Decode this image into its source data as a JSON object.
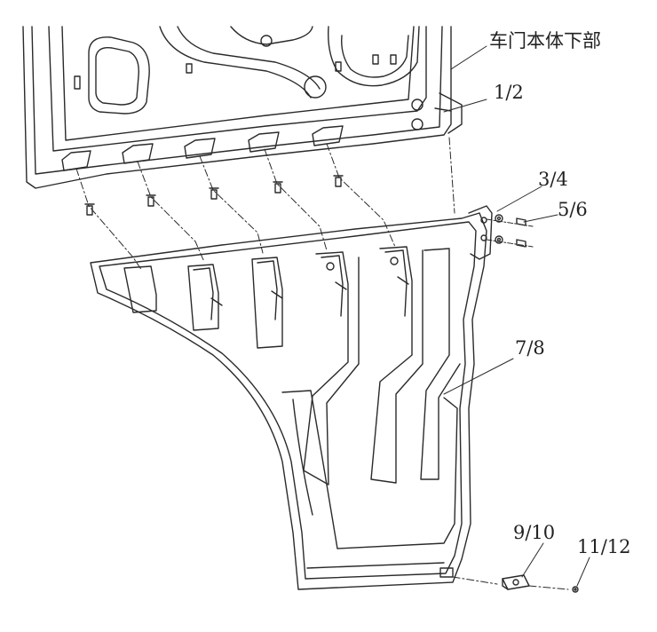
{
  "labels": {
    "door_lower_body": "车门本体下部",
    "part_1_2": "1/2",
    "part_3_4": "3/4",
    "part_5_6": "5/6",
    "part_7_8": "7/8",
    "part_9_10": "9/10",
    "part_11_12": "11/12"
  },
  "colors": {
    "line": "#2a2a2a",
    "background": "#ffffff"
  }
}
